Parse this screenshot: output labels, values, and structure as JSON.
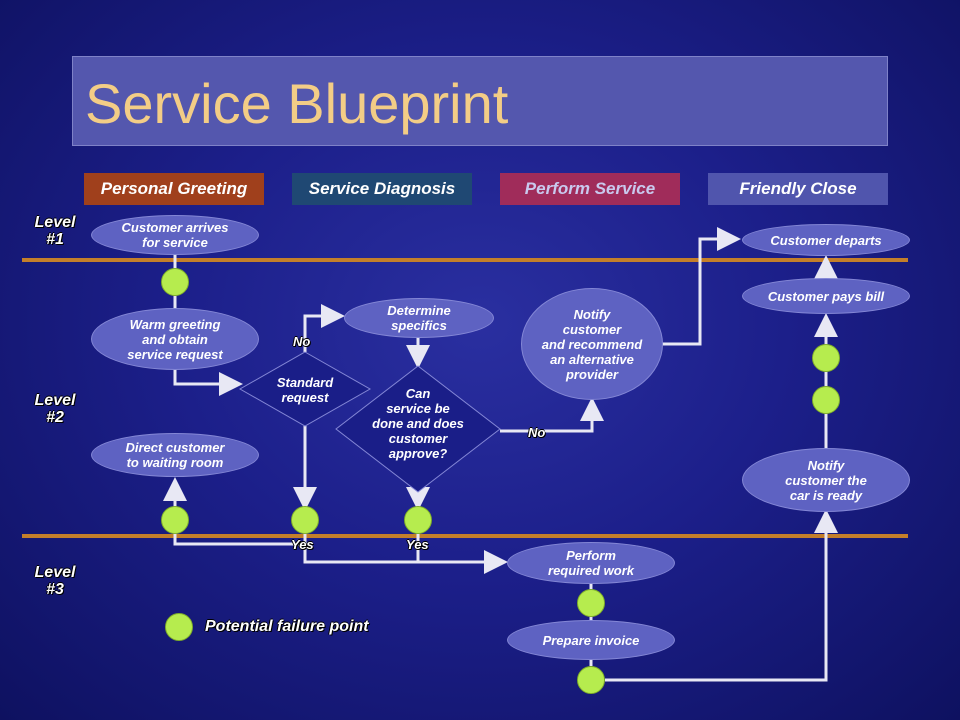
{
  "title": "Service Blueprint",
  "phases": {
    "personal_greeting": {
      "label": "Personal Greeting",
      "color": "#a0401c"
    },
    "service_diagnosis": {
      "label": "Service Diagnosis",
      "color": "#1f4873"
    },
    "perform_service": {
      "label": "Perform Service",
      "color": "#a02c5a"
    },
    "friendly_close": {
      "label": "Friendly Close",
      "color": "#5055ad"
    }
  },
  "levels": {
    "level1": "Level\n#1",
    "level2": "Level\n#2",
    "level3": "Level\n#3"
  },
  "nodes": {
    "customer_arrives": "Customer arrives\nfor service",
    "warm_greeting": "Warm greeting\nand obtain\nservice request",
    "direct_customer": "Direct customer\nto waiting room",
    "determine_specifics": "Determine\nspecifics",
    "standard_request": "Standard\nrequest",
    "can_service": "Can\nservice be\ndone and does\ncustomer\napprove?",
    "notify_alternative": "Notify\ncustomer\nand recommend\nan alternative\nprovider",
    "perform_work": "Perform\nrequired work",
    "prepare_invoice": "Prepare invoice",
    "customer_departs": "Customer departs",
    "customer_pays": "Customer pays bill",
    "notify_ready": "Notify\ncustomer the\ncar is ready"
  },
  "edge_labels": {
    "no_standard": "No",
    "yes_standard": "Yes",
    "no_can": "No",
    "yes_can": "Yes"
  },
  "legend": "Potential failure point",
  "colors": {
    "lane_line": "#c47f2a",
    "failure_point": "#b6ec4e",
    "node_fill": "#5e62c2",
    "title_text": "#f3cd86"
  }
}
